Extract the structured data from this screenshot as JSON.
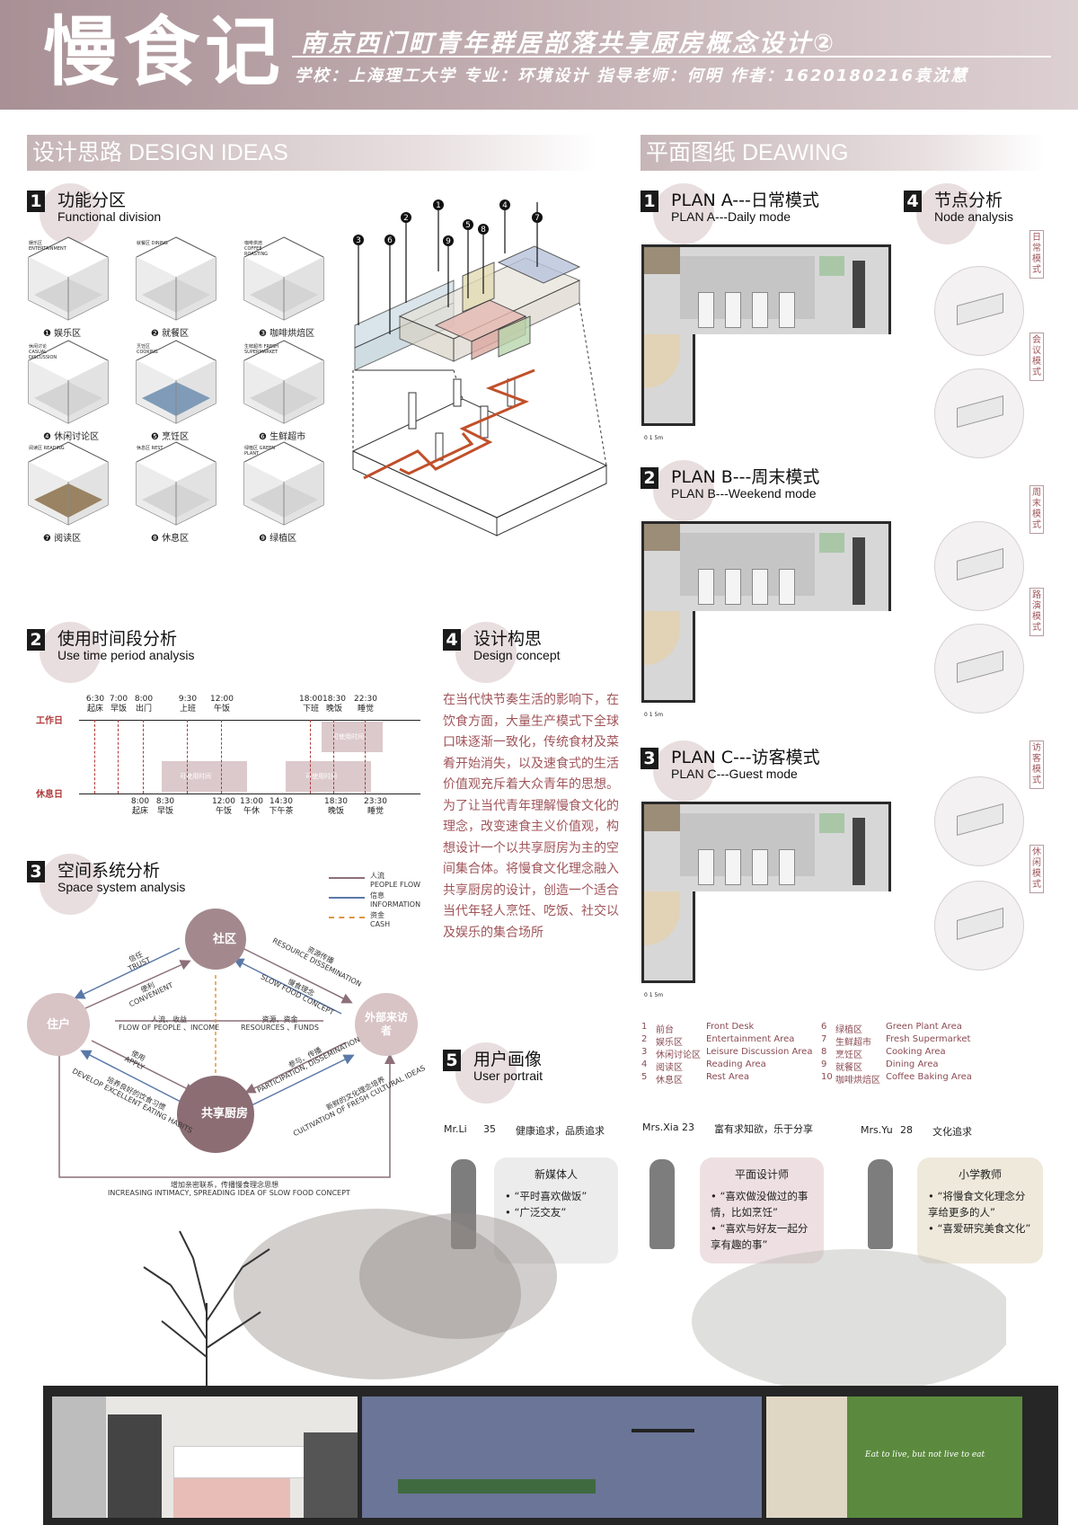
{
  "header": {
    "logo": "慢食记",
    "title": "南京西门町青年群居部落共享厨房概念设计②",
    "subtitle": "学校：上海理工大学  专业：环境设计  指导老师：何明  作者：1620180216袁沈慧"
  },
  "sections": {
    "design_ideas": "设计思路 DESIGN IDEAS",
    "drawing": "平面图纸 DEAWING"
  },
  "functional": {
    "num": "1",
    "zh": "功能分区",
    "en": "Functional division",
    "zones": [
      {
        "n": "❶",
        "label": "娱乐区",
        "tag": "娱乐区 ENTERTAINMENT"
      },
      {
        "n": "❷",
        "label": "就餐区",
        "tag": "就餐区 DINING"
      },
      {
        "n": "❸",
        "label": "咖啡烘焙区",
        "tag": "咖啡烘焙 COFFEE ROASTING"
      },
      {
        "n": "❹",
        "label": "休闲讨论区",
        "tag": "休闲讨论 CASUAL DISCUSSION"
      },
      {
        "n": "❺",
        "label": "烹饪区",
        "tag": "烹饪区 COOKING"
      },
      {
        "n": "❻",
        "label": "生鲜超市",
        "tag": "生鲜超市 FRESH SUPERMARKET"
      },
      {
        "n": "❼",
        "label": "阅读区",
        "tag": "阅读区 READING"
      },
      {
        "n": "❽",
        "label": "休息区",
        "tag": "休息区 REST"
      },
      {
        "n": "❾",
        "label": "绿植区",
        "tag": "绿植区 GREEN PLANT"
      }
    ],
    "axon_markers": [
      "1",
      "2",
      "3",
      "4",
      "5",
      "6",
      "7",
      "8",
      "9"
    ]
  },
  "time": {
    "num": "2",
    "zh": "使用时间段分析",
    "en": "Use time period analysis",
    "workday": "工作日",
    "restday": "休息日",
    "top_times": [
      {
        "t": "6:30",
        "e": "起床"
      },
      {
        "t": "7:00",
        "e": "早饭"
      },
      {
        "t": "8:00",
        "e": "出门"
      },
      {
        "t": "9:30",
        "e": "上班"
      },
      {
        "t": "12:00",
        "e": "午饭"
      },
      {
        "t": "18:00",
        "e": "下班"
      },
      {
        "t": "18:30",
        "e": "晚饭"
      },
      {
        "t": "22:30",
        "e": "睡觉"
      }
    ],
    "bottom_times": [
      {
        "t": "8:00",
        "e": "起床"
      },
      {
        "t": "8:30",
        "e": "早饭"
      },
      {
        "t": "12:00",
        "e": "午饭"
      },
      {
        "t": "13:00",
        "e": "午休"
      },
      {
        "t": "14:30",
        "e": "下午茶"
      },
      {
        "t": "18:30",
        "e": "晚饭"
      },
      {
        "t": "23:30",
        "e": "睡觉"
      }
    ],
    "available": "可使用时间"
  },
  "space": {
    "num": "3",
    "zh": "空间系统分析",
    "en": "Space system analysis",
    "legend": [
      {
        "zh": "人流",
        "en": "PEOPLE FLOW",
        "color": "#8c6f79"
      },
      {
        "zh": "信息",
        "en": "INFORMATION",
        "color": "#5a78a8"
      },
      {
        "zh": "资金",
        "en": "CASH",
        "color": "#e0953f"
      }
    ],
    "nodes": {
      "community": "社区",
      "resident": "住户",
      "visitor": "外部来访者",
      "kitchen": "共享厨房"
    },
    "flows": {
      "trust": "信任",
      "trust_en": "TRUST",
      "convenient": "便利",
      "convenient_en": "CONVENIENT",
      "resource": "资源传播",
      "resource_en": "RESOURCE DISSEMINATION",
      "slowfood": "慢食理念",
      "slowfood_en": "SLOW FOOD CONCEPT",
      "people_income": "人流、收益",
      "people_income_en": "FLOW OF PEOPLE 、INCOME",
      "resources_funds": "资源、资金",
      "resources_funds_en": "RESOURCES 、FUNDS",
      "apply": "使用",
      "apply_en": "APPLY",
      "habits": "培养良好的饮食习惯",
      "habits_en": "DEVELOP EXCELLENT EATING HABITS",
      "participation": "参与、传播",
      "participation_en": "PARTICIPATION, DISSEMINATION",
      "cultivation": "新鲜的文化理念培养",
      "cultivation_en": "CULTIVATION OF FRESH CULTURAL IDEAS",
      "bottom": "增加亲密联系，传播慢食理念思想",
      "bottom_en": "INCREASING INTIMACY, SPREADING IDEA OF SLOW FOOD CONCEPT"
    }
  },
  "concept": {
    "num": "4",
    "zh": "设计构思",
    "en": "Design concept",
    "text": "在当代快节奏生活的影响下，在饮食方面，大量生产模式下全球口味逐渐一致化，传统食材及菜肴开始消失，以及速食式的生活价值观充斥着大众青年的思想。为了让当代青年理解慢食文化的理念，改变速食主义价值观，构想设计一个以共享厨房为主的空间集合体。将慢食文化理念融入共享厨房的设计，创造一个适合当代年轻人烹饪、吃饭、社交以及娱乐的集合场所"
  },
  "plans": [
    {
      "num": "1",
      "zh": "PLAN A---日常模式",
      "en": "PLAN A---Daily mode"
    },
    {
      "num": "2",
      "zh": "PLAN B---周末模式",
      "en": "PLAN B---Weekend mode"
    },
    {
      "num": "3",
      "zh": "PLAN C---访客模式",
      "en": "PLAN C---Guest mode"
    }
  ],
  "scale": {
    "zero": "0",
    "one": "1",
    "five": "5m"
  },
  "node_analysis": {
    "num": "4",
    "zh": "节点分析",
    "en": "Node analysis",
    "tags": [
      "日常模式",
      "会议模式",
      "周末模式",
      "路演模式",
      "访客模式",
      "休闲模式"
    ]
  },
  "legend": [
    {
      "n": "1",
      "zh": "前台",
      "en": "Front Desk"
    },
    {
      "n": "2",
      "zh": "娱乐区",
      "en": "Entertainment Area"
    },
    {
      "n": "3",
      "zh": "休闲讨论区",
      "en": "Leisure Discussion Area"
    },
    {
      "n": "4",
      "zh": "阅读区",
      "en": "Reading Area"
    },
    {
      "n": "5",
      "zh": "休息区",
      "en": "Rest Area"
    },
    {
      "n": "6",
      "zh": "绿植区",
      "en": "Green Plant Area"
    },
    {
      "n": "7",
      "zh": "生鲜超市",
      "en": "Fresh Supermarket"
    },
    {
      "n": "8",
      "zh": "烹饪区",
      "en": "Cooking Area"
    },
    {
      "n": "9",
      "zh": "就餐区",
      "en": "Dining Area"
    },
    {
      "n": "10",
      "zh": "咖啡烘焙区",
      "en": "Coffee Baking Area"
    }
  ],
  "persona": {
    "num": "5",
    "zh": "用户画像",
    "en": "User portrait",
    "people": [
      {
        "name": "Mr.Li",
        "age": "35",
        "motto": "健康追求，品质追求",
        "role": "新媒体人",
        "quotes": [
          "“平时喜欢做饭”",
          "“广泛交友”"
        ],
        "box": "#ececec"
      },
      {
        "name": "Mrs.Xia",
        "age": "23",
        "motto": "富有求知欲，乐于分享",
        "role": "平面设计师",
        "quotes": [
          "“喜欢做没做过的事情，比如烹饪”",
          "“喜欢与好友一起分享有趣的事”"
        ],
        "box": "#eee0e2"
      },
      {
        "name": "Mrs.Yu",
        "age": "28",
        "motto": "文化追求",
        "role": "小学教师",
        "quotes": [
          "“将慢食文化理念分享给更多的人”",
          "“喜爱研究美食文化”"
        ],
        "box": "#efe9dc"
      }
    ]
  },
  "section_sign": "Eat to live, but not live to eat"
}
